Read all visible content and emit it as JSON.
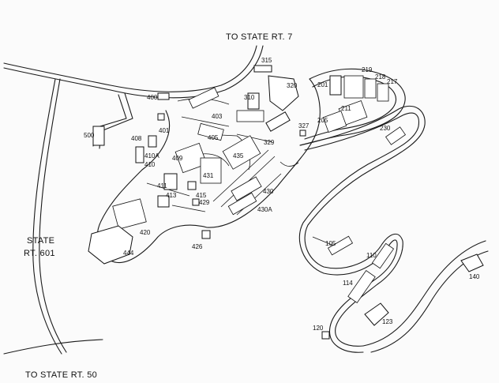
{
  "map": {
    "road_labels": {
      "rt7": "TO STATE RT. 7",
      "rt601_line1": "STATE",
      "rt601_line2": "RT. 601",
      "rt50": "TO STATE RT. 50"
    },
    "buildings": [
      {
        "id": "b315",
        "label": "315"
      },
      {
        "id": "b320",
        "label": "320"
      },
      {
        "id": "b310",
        "label": "310"
      },
      {
        "id": "b201",
        "label": "201"
      },
      {
        "id": "b219",
        "label": "219"
      },
      {
        "id": "b218",
        "label": "218"
      },
      {
        "id": "b217",
        "label": "217"
      },
      {
        "id": "b211",
        "label": "211"
      },
      {
        "id": "b205",
        "label": "205"
      },
      {
        "id": "b327",
        "label": "327"
      },
      {
        "id": "b329",
        "label": "329"
      },
      {
        "id": "b230",
        "label": "230"
      },
      {
        "id": "b400",
        "label": "400"
      },
      {
        "id": "b401",
        "label": "401"
      },
      {
        "id": "b403",
        "label": "403"
      },
      {
        "id": "b405",
        "label": "405"
      },
      {
        "id": "b408",
        "label": "408"
      },
      {
        "id": "b410A",
        "label": "410A"
      },
      {
        "id": "b410",
        "label": "410"
      },
      {
        "id": "b409",
        "label": "409"
      },
      {
        "id": "b411",
        "label": "411"
      },
      {
        "id": "b413",
        "label": "413"
      },
      {
        "id": "b415",
        "label": "415"
      },
      {
        "id": "b429",
        "label": "429"
      },
      {
        "id": "b431",
        "label": "431"
      },
      {
        "id": "b435",
        "label": "435"
      },
      {
        "id": "b430",
        "label": "430"
      },
      {
        "id": "b430A",
        "label": "430A"
      },
      {
        "id": "b500",
        "label": "500"
      },
      {
        "id": "b420",
        "label": "420"
      },
      {
        "id": "b426",
        "label": "426"
      },
      {
        "id": "b444",
        "label": "444"
      },
      {
        "id": "b105",
        "label": "105"
      },
      {
        "id": "b110",
        "label": "110"
      },
      {
        "id": "b114",
        "label": "114"
      },
      {
        "id": "b120",
        "label": "120"
      },
      {
        "id": "b123",
        "label": "123"
      },
      {
        "id": "b140",
        "label": "140"
      }
    ]
  }
}
